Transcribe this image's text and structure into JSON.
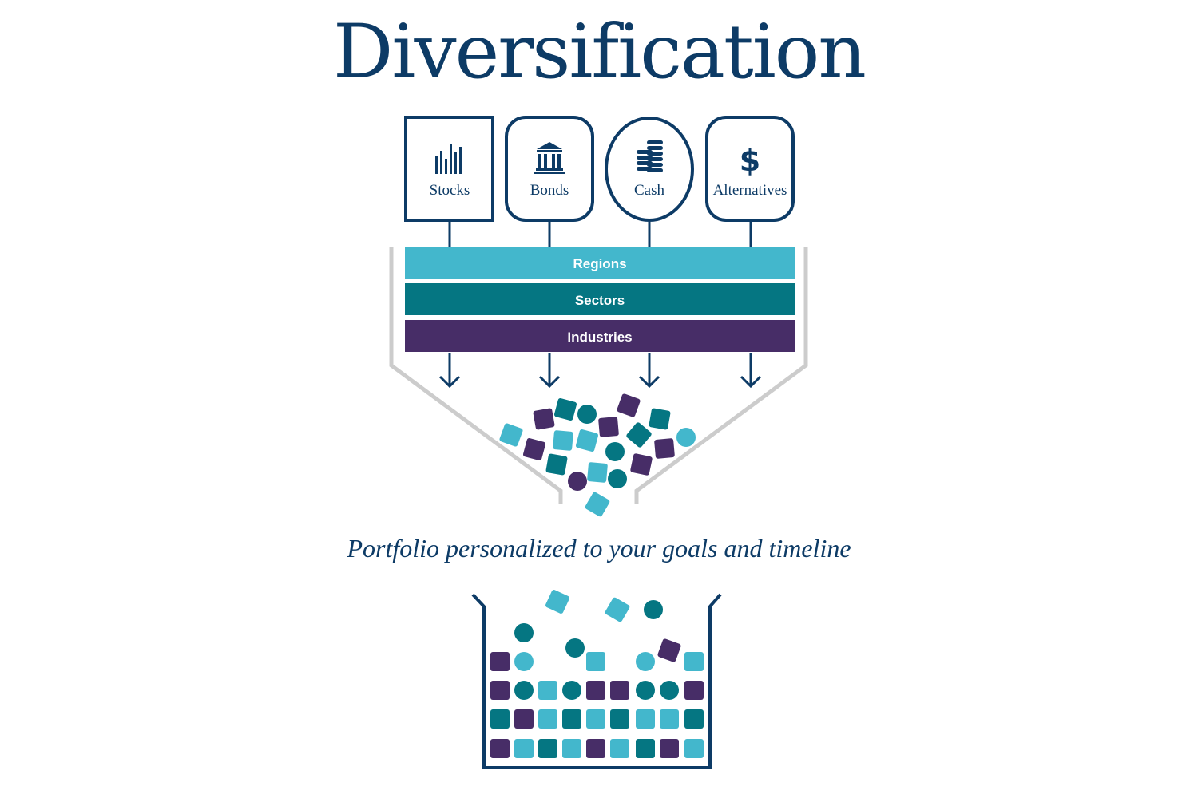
{
  "title": "Diversification",
  "asset_classes": [
    {
      "label": "Stocks",
      "icon": "bar-chart-icon",
      "shape": "square"
    },
    {
      "label": "Bonds",
      "icon": "bank-building-icon",
      "shape": "rounded"
    },
    {
      "label": "Cash",
      "icon": "coin-stack-icon",
      "shape": "circle"
    },
    {
      "label": "Alternatives",
      "icon": "dollar-sign-icon",
      "shape": "rounded"
    }
  ],
  "layers": [
    {
      "label": "Regions",
      "color": "#43b7cc"
    },
    {
      "label": "Sectors",
      "color": "#057682"
    },
    {
      "label": "Industries",
      "color": "#472d67"
    }
  ],
  "tagline": "Portfolio personalized to your goals and timeline",
  "colors": {
    "navy": "#0d3b66",
    "light_blue": "#43b7cc",
    "teal": "#057682",
    "purple": "#472d67",
    "funnel_gray": "#cccccc"
  }
}
